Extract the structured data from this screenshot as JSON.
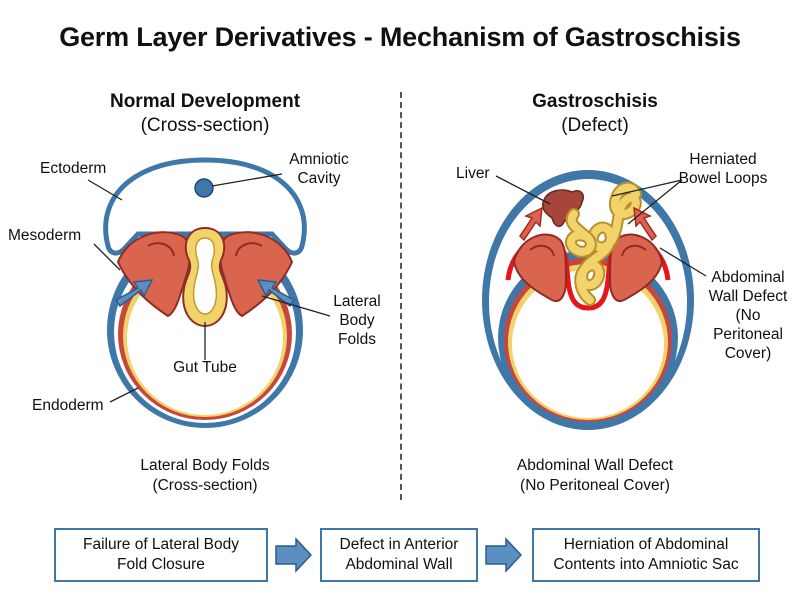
{
  "title": "Germ Layer Derivatives - Mechanism of Gastroschisis",
  "left_panel": {
    "heading": "Normal Development",
    "subheading": "(Cross-section)",
    "labels": {
      "ectoderm": "Ectoderm",
      "amniotic_line1": "Amniotic",
      "amniotic_line2": "Cavity",
      "mesoderm": "Mesoderm",
      "lateral_line1": "Lateral",
      "lateral_line2": "Body",
      "lateral_line3": "Folds",
      "gut_tube": "Gut Tube",
      "endoderm": "Endoderm"
    },
    "caption_line1": "Lateral Body Folds",
    "caption_line2": "(Cross-section)"
  },
  "right_panel": {
    "heading": "Gastroschisis",
    "subheading": "(Defect)",
    "labels": {
      "liver": "Liver",
      "herniated_line1": "Herniated",
      "herniated_line2": "Bowel Loops",
      "defect_line1": "Abdominal",
      "defect_line2": "Wall Defect",
      "defect_line3": "(No",
      "defect_line4": "Peritoneal",
      "defect_line5": "Cover)"
    },
    "caption_line1": "Abdominal Wall Defect",
    "caption_line2": "(No Peritoneal Cover)"
  },
  "flow": {
    "step1_line1": "Failure of Lateral Body",
    "step1_line2": "Fold Closure",
    "step2_line1": "Defect in Anterior",
    "step2_line2": "Abdominal Wall",
    "step3_line1": "Herniation of Abdominal",
    "step3_line2": "Contents into Amniotic Sac"
  },
  "colors": {
    "ectoderm_blue": "#3f77a8",
    "mesoderm_red": "#c8473d",
    "mesoderm_fill": "#d9654f",
    "endoderm_yellow": "#f2d36b",
    "arrow_blue": "#5b8fc2",
    "arrow_red": "#e0604f",
    "liver_brown": "#a6463a",
    "defect_red": "#e8141c"
  }
}
